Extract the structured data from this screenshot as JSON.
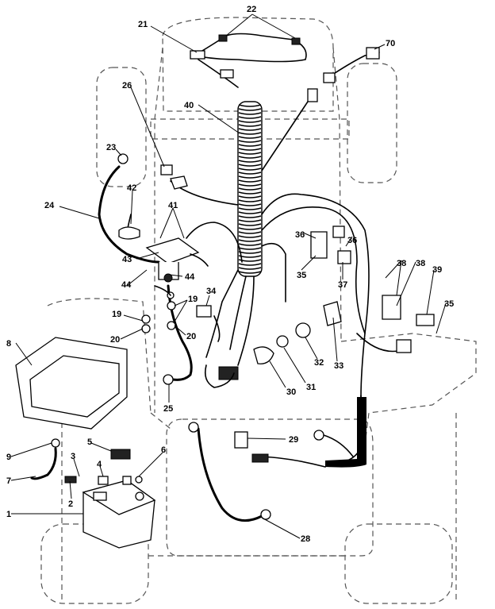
{
  "diagram": {
    "callouts": {
      "c1": "1",
      "c2": "2",
      "c3": "3",
      "c4": "4",
      "c5": "5",
      "c6": "6",
      "c7": "7",
      "c8": "8",
      "c9": "9",
      "c19a": "19",
      "c19b": "19",
      "c20a": "20",
      "c20b": "20",
      "c21": "21",
      "c22": "22",
      "c23": "23",
      "c24": "24",
      "c25": "25",
      "c26": "26",
      "c28": "28",
      "c29": "29",
      "c30": "30",
      "c31": "31",
      "c32": "32",
      "c33": "33",
      "c34": "34",
      "c35a": "35",
      "c35b": "35",
      "c36a": "36",
      "c36b": "36",
      "c37": "37",
      "c38a": "38",
      "c38b": "38",
      "c39": "39",
      "c40": "40",
      "c41": "41",
      "c42": "42",
      "c43": "43",
      "c44a": "44",
      "c44b": "44",
      "c70": "70"
    }
  }
}
